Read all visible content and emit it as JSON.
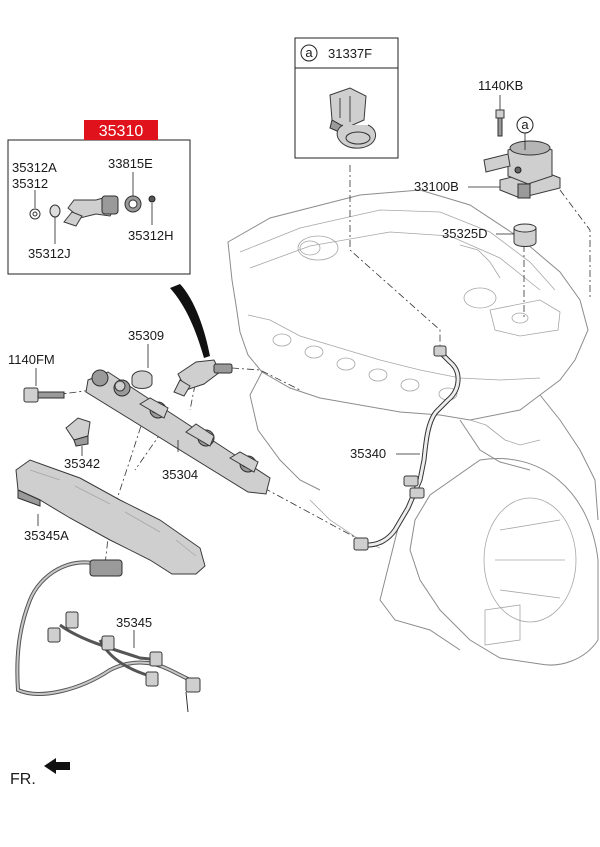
{
  "labels": {
    "p35310": "35310",
    "p35312a": "35312A",
    "p35312": "35312",
    "p33815e": "33815E",
    "p35312j": "35312J",
    "p35312h": "35312H",
    "p31337f": "31337F",
    "p1140kb": "1140KB",
    "p33100b": "33100B",
    "p35325d": "35325D",
    "p35309": "35309",
    "p1140fm": "1140FM",
    "p35342": "35342",
    "p35304": "35304",
    "p35340": "35340",
    "p35345a": "35345A",
    "p35345": "35345",
    "ref_a_inset": "a",
    "ref_a_pump": "a",
    "front": "FR."
  },
  "colors": {
    "highlight": "#e0121b",
    "line": "#222222",
    "engine": "#8c8c8c"
  },
  "icons": {
    "front_arrow": "arrow-left-icon"
  }
}
